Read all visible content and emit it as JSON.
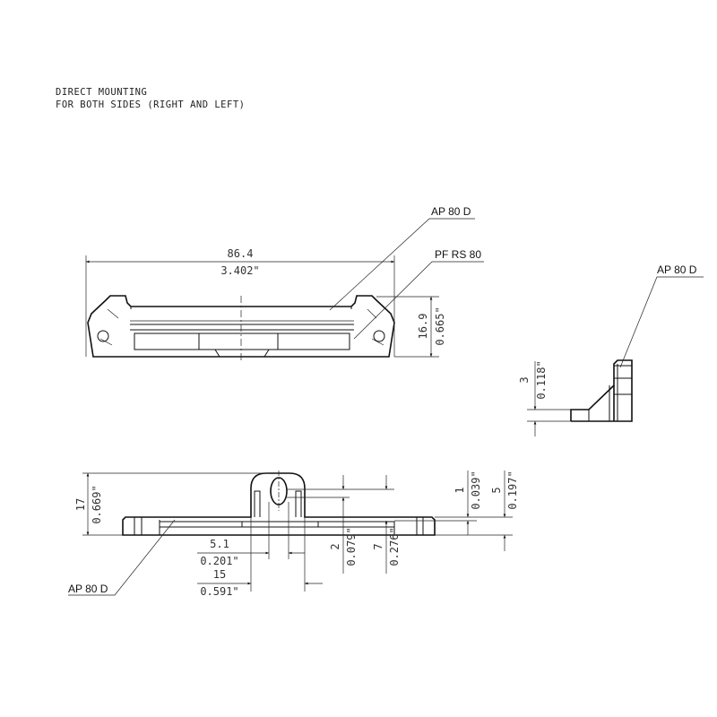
{
  "notes": [
    "DIRECT MOUNTING",
    "FOR BOTH SIDES (RIGHT AND LEFT)"
  ],
  "top_view": {
    "width_mm": "86.4",
    "width_in": "3.402\"",
    "height_mm": "16.9",
    "height_in": "0.665\"",
    "label_ap": "AP 80 D",
    "label_pf": "PF RS 80"
  },
  "side_view": {
    "label_ap": "AP 80 D",
    "foot_mm": "3",
    "foot_in": "0.118\""
  },
  "front_view": {
    "height_mm": "17",
    "height_in": "0.669\"",
    "slot_mm": "5.1",
    "slot_in": "0.201\"",
    "tab_mm": "15",
    "tab_in": "0.591\"",
    "d2_mm": "2",
    "d2_in": "0.079\"",
    "d7_mm": "7",
    "d7_in": "0.276\"",
    "d1_mm": "1",
    "d1_in": "0.039\"",
    "d5_mm": "5",
    "d5_in": "0.197\"",
    "label_ap": "AP 80 D"
  }
}
